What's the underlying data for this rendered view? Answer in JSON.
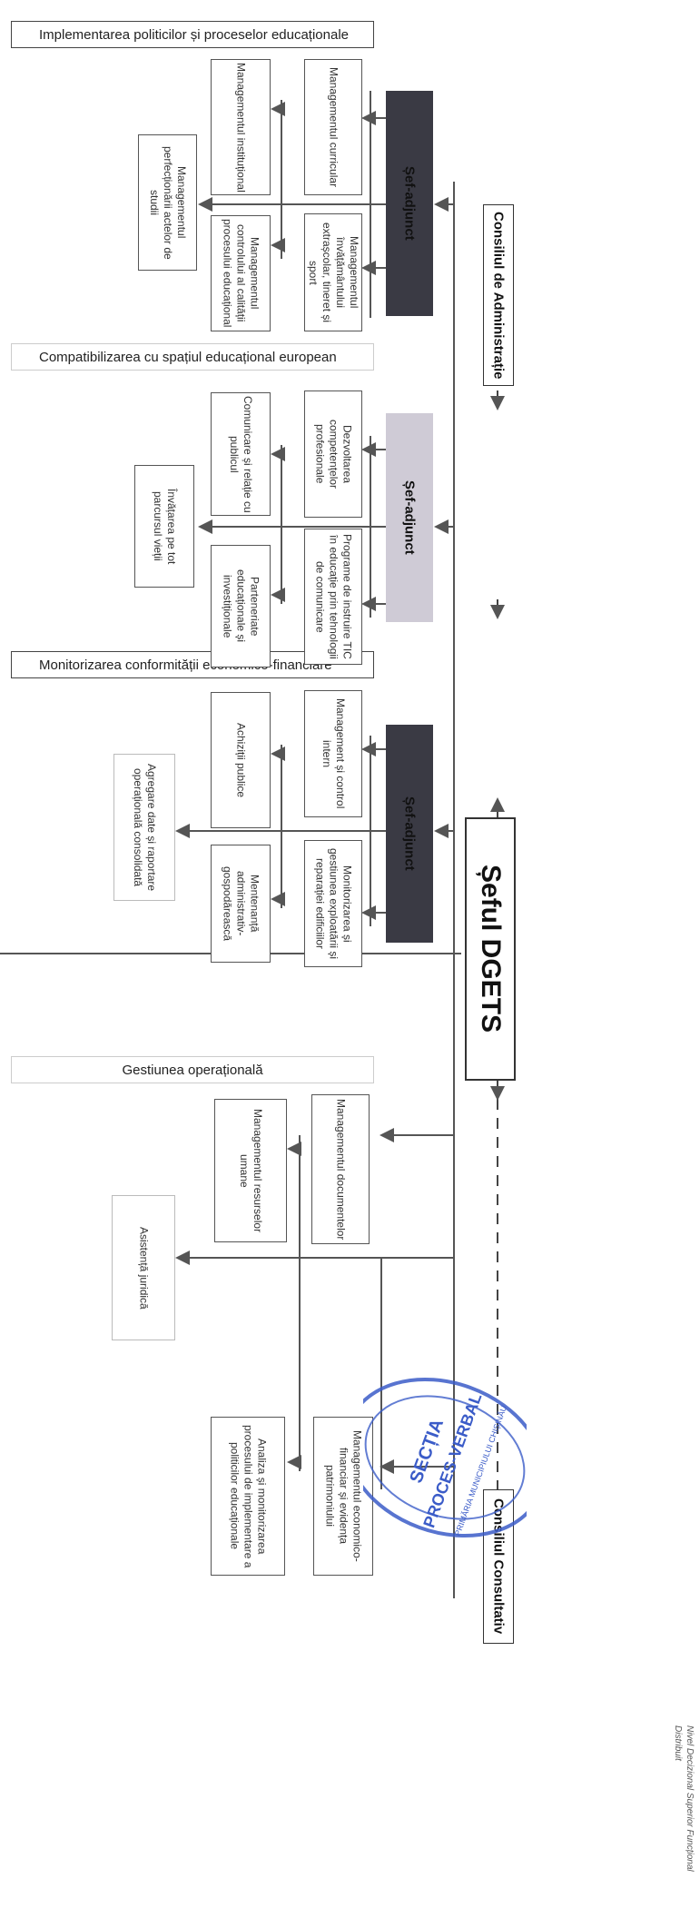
{
  "chief": "Șeful DGETS",
  "councils": [
    "Consiliul de Administrație",
    "Consiliul Consultativ"
  ],
  "sections": [
    {
      "title": "Implementarea politicilor și proceselor educaționale",
      "deputy": "Șef-adjunct",
      "deputy_style": "dark",
      "units": [
        "Managementul curricular",
        "Managementul instituțional",
        "Managementul învățământului extrașcolar, tineret și sport",
        "Managementul controlului al calității procesului educațional",
        "Managementul perfecționării actelor de studii"
      ]
    },
    {
      "title": "Compatibilizarea cu spațiul educațional european",
      "deputy": "Șef-adjunct",
      "deputy_style": "light",
      "units": [
        "Dezvoltarea competențelor profesionale",
        "Comunicare și relație cu publicul",
        "Programe de instruire TIC în educație prin tehnologii de comunicare",
        "Parteneriate educaționale și investiționale",
        "Învățarea pe tot parcursul vieții"
      ]
    },
    {
      "title": "Monitorizarea conformității economico-financiare",
      "deputy": "Șef-adjunct",
      "deputy_style": "dark",
      "units": [
        "Management și control intern",
        "Achiziții publice",
        "Monitorizarea și gestiunea exploatării și reparației edificiilor",
        "Mentenanță administrativ-gospodărească",
        "Agregare date și raportare operațională consolidată"
      ]
    },
    {
      "title": "Gestiunea operațională",
      "units": [
        "Managementul documentelor",
        "Managementul resurselor umane",
        "Managementul economico-financiar și evidența patrimoniului",
        "Analiza și monitorizarea procesului de implementare a politicilor educaționale",
        "Asistență juridică"
      ]
    }
  ],
  "stamp": {
    "top": "SECȚIA",
    "middle": "PROCES-VERBAL",
    "ring": "PRIMĂRIA MUNICIPIULUI CHIȘINĂU"
  },
  "note": "Nivel Decizional Superior Funcțional Distribuit",
  "colors": {
    "deputy_dark": "#3a3a44",
    "deputy_light": "#cfcbd6",
    "stamp": "#3b5cc8",
    "line": "#555555"
  }
}
